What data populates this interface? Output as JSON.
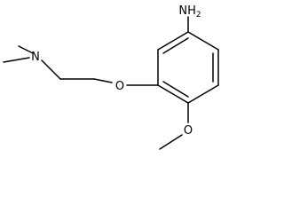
{
  "molecule": {
    "atoms": {
      "amine": "NH2",
      "amine_main": "NH",
      "amine_sub": "2",
      "dimethylamino_n": "N",
      "ether_o": "O",
      "methoxy_o": "O"
    }
  },
  "colors": {
    "bond": "#000000",
    "label": "#000000",
    "background": "#ffffff"
  }
}
